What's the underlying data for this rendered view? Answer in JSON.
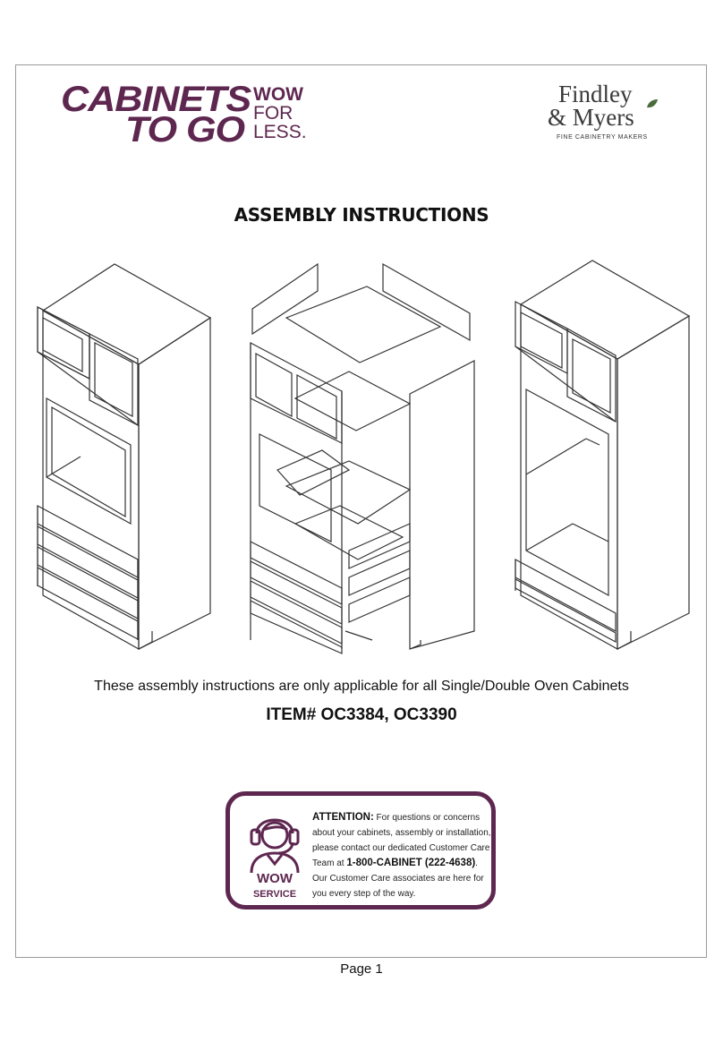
{
  "logos": {
    "ctg_line1": "CABINETS",
    "ctg_line2": "TO GO",
    "ctg_wow1": "WOW",
    "ctg_wow2": "FOR",
    "ctg_wow3": "LESS.",
    "fm_line1": "Findley",
    "fm_line2": "& Myers",
    "fm_tagline": "FINE CABINETRY MAKERS"
  },
  "title": "ASSEMBLY INSTRUCTIONS",
  "applicability_note": "These assembly instructions are only applicable for all Single/Double Oven Cabinets",
  "item_numbers": "ITEM# OC3384, OC3390",
  "customer_care": {
    "attention_label": "ATTENTION:",
    "line1_rest": " For questions or concerns",
    "line2": "about your cabinets, assembly or installation,",
    "line3": "please contact our dedicated Customer Care",
    "line4_pre": "Team at ",
    "phone": "1-800-CABINET (222-4638)",
    "line4_post": ".",
    "line5": "Our Customer Care associates are here for",
    "line6": "you every step of the way.",
    "badge_wow": "WOW",
    "badge_service": "SERVICE"
  },
  "footer": {
    "page_label": "Page 1"
  },
  "colors": {
    "brand_purple": "#5e2750",
    "text": "#111111",
    "line": "#333333"
  }
}
